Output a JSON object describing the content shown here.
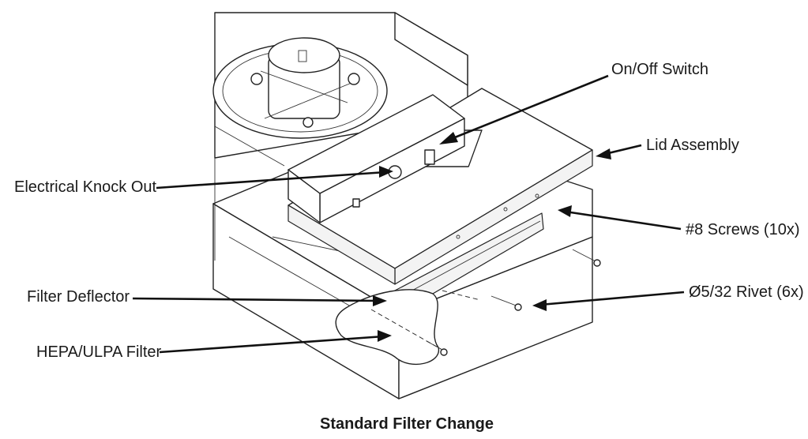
{
  "caption": "Standard Filter Change",
  "labels": {
    "on_off_switch": "On/Off Switch",
    "lid_assembly": "Lid Assembly",
    "electrical_knock_out": "Electrical Knock Out",
    "screws": "#8 Screws (10x)",
    "filter_deflector": "Filter Deflector",
    "rivet": "Ø5/32 Rivet (6x)",
    "hepa_ulpa_filter": "HEPA/ULPA Filter"
  },
  "colors": {
    "line": "#222222",
    "text": "#1a1a1a"
  }
}
